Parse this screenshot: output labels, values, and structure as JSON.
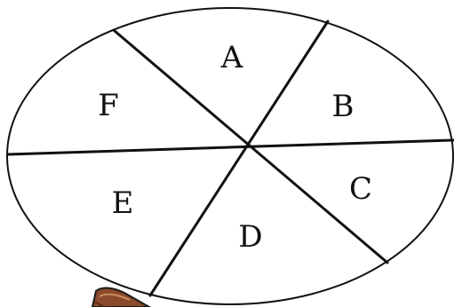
{
  "diagram": {
    "regions": [
      {
        "id": "A",
        "label": "A"
      },
      {
        "id": "B",
        "label": "B"
      },
      {
        "id": "C",
        "label": "C"
      },
      {
        "id": "D",
        "label": "D"
      },
      {
        "id": "E",
        "label": "E"
      },
      {
        "id": "F",
        "label": "F"
      }
    ],
    "colors": {
      "line": "#111111",
      "background": "#ffffff",
      "pencil_body": "#8b4a2b",
      "pencil_edge": "#1a1a1a"
    }
  }
}
